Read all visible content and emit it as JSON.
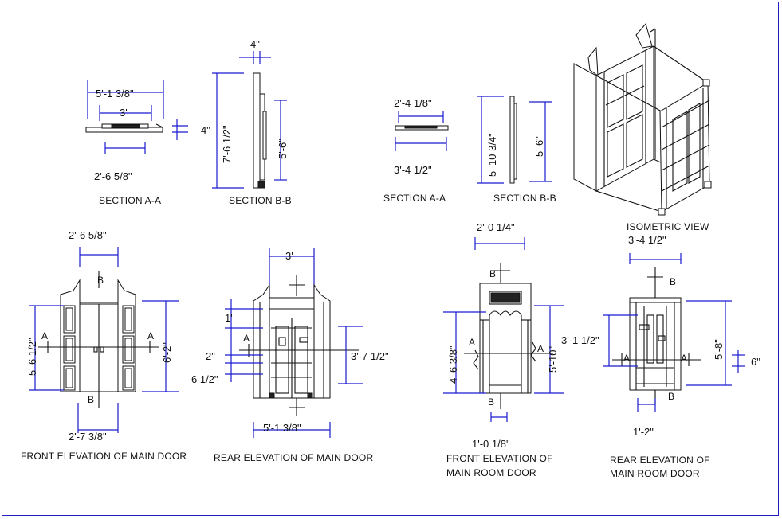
{
  "colors": {
    "dimension": "#1a1ad0",
    "linework": "#111111",
    "frame": "#2020c0"
  },
  "sections_main": {
    "a_caption": "SECTION A-A",
    "b_caption": "SECTION B-B",
    "a_dim_top": "5'-1 3/8\"",
    "a_dim_mid": "3'",
    "a_dim_side": "4\"",
    "a_dim_bottom": "2'-6 5/8\"",
    "b_dim_top": "4\"",
    "b_dim_height": "7'-6 1/2\"",
    "b_dim_inner": "5'-6\""
  },
  "sections_room": {
    "a_caption": "SECTION A-A",
    "b_caption": "SECTION B-B",
    "a_dim_top": "2'-4 1/8\"",
    "a_dim_bottom": "3'-4 1/2\"",
    "b_dim_height": "5'-10 3/4\"",
    "b_dim_inner": "5'-6\""
  },
  "isometric": {
    "caption": "ISOMETRIC VIEW"
  },
  "front_main": {
    "caption": "FRONT ELEVATION OF MAIN DOOR",
    "dim_top": "2'-6 5/8\"",
    "dim_left": "5'-6 1/2\"",
    "dim_right": "6'-2\"",
    "dim_bottom": "2'-7 3/8\"",
    "mark_a": "A",
    "mark_b": "B"
  },
  "rear_main": {
    "caption": "REAR ELEVATION OF MAIN DOOR",
    "dim_top": "3'",
    "dim_1": "1'",
    "dim_2": "2\"",
    "dim_3": "6 1/2\"",
    "dim_right": "3'-7 1/2\"",
    "dim_bottom": "5'-1 3/8\"",
    "mark_a": "A"
  },
  "front_room": {
    "caption_line1": "FRONT ELEVATION OF",
    "caption_line2": "MAIN ROOM DOOR",
    "dim_top": "2'-0 1/4\"",
    "dim_left": "4'-6 3/8\"",
    "dim_right": "5'-10\"",
    "dim_bottom": "1'-0 1/8\"",
    "mark_a": "A",
    "mark_b": "B"
  },
  "rear_room": {
    "caption_line1": "REAR ELEVATION OF",
    "caption_line2": "MAIN ROOM DOOR",
    "dim_top": "3'-4 1/2\"",
    "dim_left": "3'-1 1/2\"",
    "dim_right": "5'-8\"",
    "dim_side": "6\"",
    "dim_bottom": "1'-2\"",
    "mark_a": "A",
    "mark_b": "B"
  }
}
